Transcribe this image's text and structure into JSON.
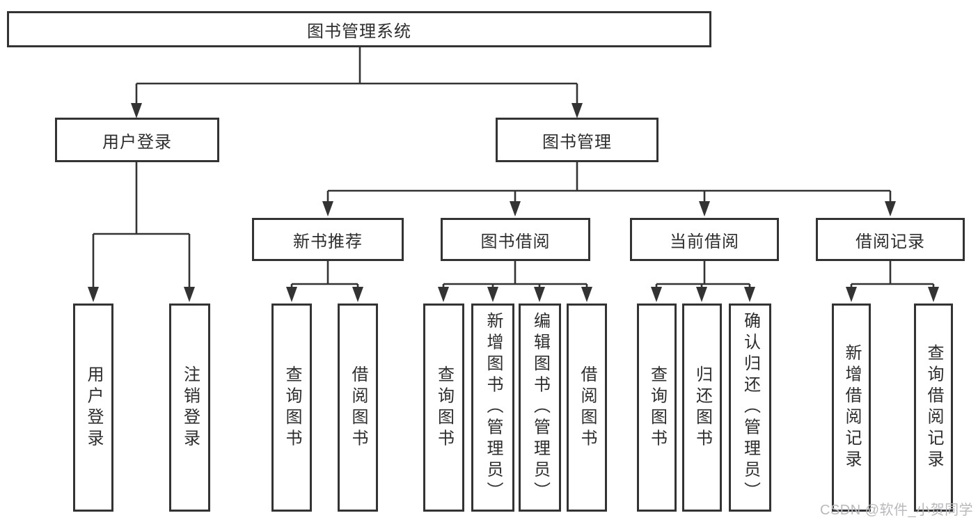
{
  "diagram": {
    "title": "图书管理系统",
    "modules": [
      {
        "label": "用户登录",
        "functions": [
          "用户登录",
          "注销登录"
        ]
      },
      {
        "label": "图书管理",
        "submodules": [
          {
            "label": "新书推荐",
            "functions": [
              "查询图书",
              "借阅图书"
            ]
          },
          {
            "label": "图书借阅",
            "functions": [
              "查询图书",
              "新增图书（管理员）",
              "编辑图书（管理员）",
              "借阅图书"
            ]
          },
          {
            "label": "当前借阅",
            "functions": [
              "查询图书",
              "归还图书",
              "确认归还（管理员）"
            ]
          },
          {
            "label": "借阅记录",
            "functions": [
              "新增借阅记录",
              "查询借阅记录"
            ]
          }
        ]
      }
    ]
  },
  "watermark": {
    "text": "CSDN @软件_小贺同学"
  },
  "colors": {
    "line": "#333333",
    "text": "#2d2d2d",
    "watermark": "#b9b9bd",
    "background": "#ffffff"
  }
}
